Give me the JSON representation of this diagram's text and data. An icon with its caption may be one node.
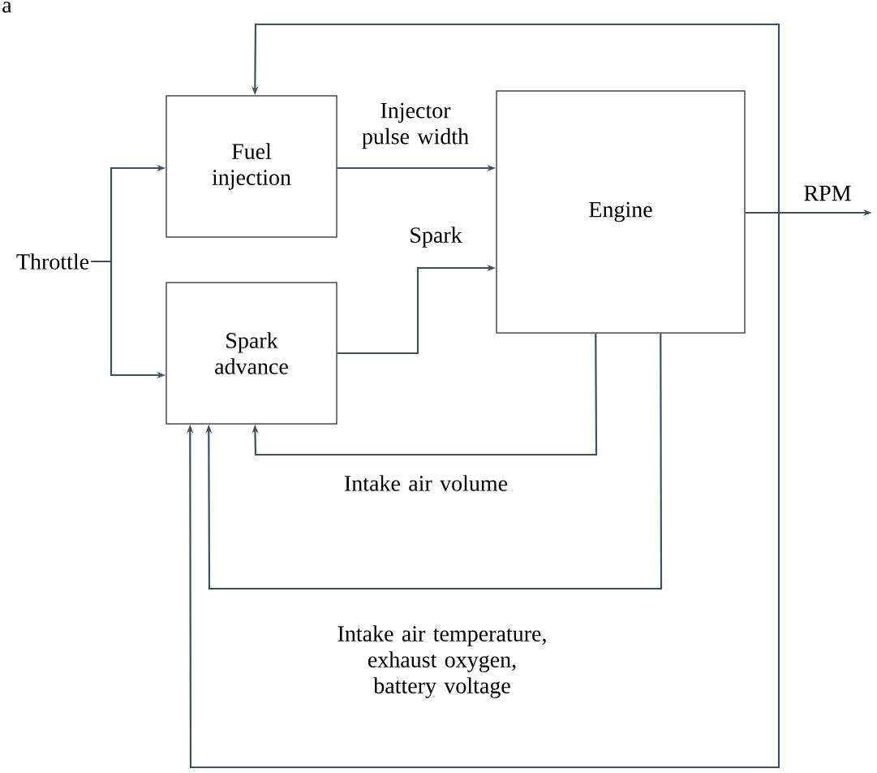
{
  "diagram": {
    "nodes": [
      {
        "text": [
          "Fuel injection"
        ]
      },
      {
        "text": [
          "Spark advance"
        ]
      },
      {
        "text": [
          "Engine"
        ]
      },
      {
        "text": [
          "Throttle"
        ]
      }
    ],
    "edges": [
      {
        "from": 3,
        "to": 0,
        "arrow": "to"
      },
      {
        "from": 3,
        "to": 1,
        "arrow": "to"
      },
      {
        "from": 0,
        "to": 2,
        "arrow": "to",
        "label": "Injector pulse width"
      },
      {
        "from": 1,
        "to": 2,
        "arrow": "to",
        "label": "Spark"
      },
      {
        "from": 2,
        "to": null,
        "arrow": "to",
        "label": "RPM"
      },
      {
        "from": 2,
        "to": 1,
        "arrow": "to",
        "label": "Intake air volume"
      },
      {
        "from": 2,
        "to": 1,
        "arrow": "to",
        "label": "Intake air temperature, exhaust oxygen, battery voltage"
      },
      {
        "from": 2,
        "to": 0,
        "arrow": "to"
      },
      {
        "from": 2,
        "to": 1,
        "arrow": "to"
      }
    ],
    "labels": [
      "a"
    ]
  }
}
